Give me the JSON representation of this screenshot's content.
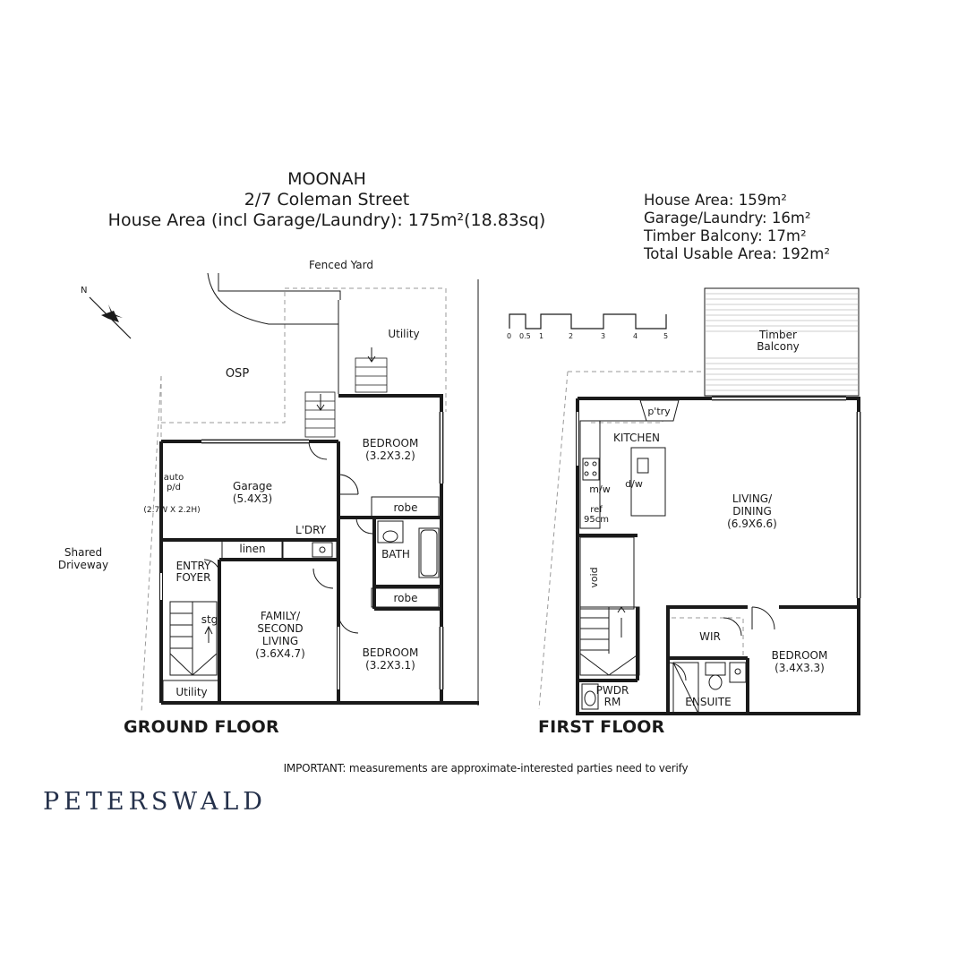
{
  "header": {
    "suburb": "MOONAH",
    "address": "2/7 Coleman Street",
    "area_line": "House Area (incl Garage/Laundry): 175m²(18.83sq)"
  },
  "areas": {
    "house": "House Area: 159m²",
    "garage_laundry": "Garage/Laundry: 16m²",
    "timber_balcony": "Timber Balcony: 17m²",
    "total_usable": "Total Usable Area: 192m²"
  },
  "scale_bar": {
    "ticks": [
      "0",
      "0.5",
      "1",
      "2",
      "3",
      "4",
      "5"
    ]
  },
  "compass": {
    "label": "N"
  },
  "ground_floor": {
    "title": "GROUND FLOOR",
    "labels": {
      "fenced_yard": "Fenced Yard",
      "utility_top": "Utility",
      "osp": "OSP",
      "bedroom1": [
        "BEDROOM",
        "(3.2X3.2)"
      ],
      "garage": [
        "Garage",
        "(5.4X3)"
      ],
      "auto_door": [
        "auto",
        "p/d"
      ],
      "door_size": "(2.7W X 2.2H)",
      "laundry": "L'DRY",
      "linen": "linen",
      "robe1": "robe",
      "bath": "BATH",
      "robe2": "robe",
      "shared_driveway": [
        "Shared",
        "Driveway"
      ],
      "entry_foyer": [
        "ENTRY",
        "FOYER"
      ],
      "storage": "stg",
      "family": [
        "FAMILY/",
        "SECOND",
        "LIVING",
        "(3.6X4.7)"
      ],
      "bedroom2": [
        "BEDROOM",
        "(3.2X3.1)"
      ],
      "utility_bottom": "Utility"
    }
  },
  "first_floor": {
    "title": "FIRST FLOOR",
    "labels": {
      "timber_balcony": [
        "Timber",
        "Balcony"
      ],
      "pantry": "p'try",
      "kitchen": "KITCHEN",
      "microwave": "m/w",
      "dishwasher": "d/w",
      "fridge": [
        "ref",
        "95cm"
      ],
      "living": [
        "LIVING/",
        "DINING",
        "(6.9X6.6)"
      ],
      "void": "void",
      "wir": "WIR",
      "bedroom": [
        "BEDROOM",
        "(3.4X3.3)"
      ],
      "ensuite": "ENSUITE",
      "powder": [
        "PWDR",
        "RM"
      ]
    }
  },
  "disclaimer": "IMPORTANT: measurements are approximate-interested parties need to verify",
  "brand": "PETERSWALD",
  "colors": {
    "walls": "#1a1a1a",
    "brand": "#24304a",
    "dashed": "#9a9a9a"
  }
}
